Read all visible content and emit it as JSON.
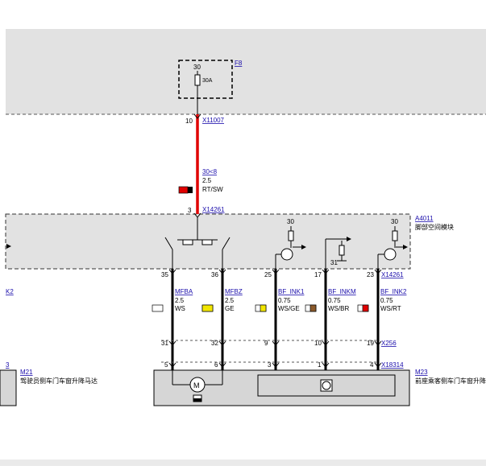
{
  "fuse": {
    "pin_top": "30",
    "rating": "30A",
    "ref": "F8"
  },
  "wire_top": {
    "pin": "10",
    "connector": "X11007",
    "circuit": "30<8",
    "gauge": "2.5",
    "color": "RT/SW"
  },
  "module": {
    "pin_in": "3",
    "connector_in": "X14261",
    "ref": "A4011",
    "name": "脚部空间模块",
    "left_ref": "K2",
    "ground_label": "31",
    "supply_labels": [
      "30",
      "30"
    ]
  },
  "wires": [
    {
      "pin_top": "35",
      "signal": "MFBA",
      "gauge": "2.5",
      "color": "WS",
      "swatch": "#ffffff",
      "pin_mid": "31",
      "pin_bot": "5"
    },
    {
      "pin_top": "36",
      "signal": "MFBZ",
      "gauge": "2.5",
      "color": "GE",
      "swatch": "#f2e600",
      "pin_mid": "32",
      "pin_bot": "6"
    },
    {
      "pin_top": "25",
      "signal": "BF_INK1",
      "gauge": "0.75",
      "color": "WS/GE",
      "swatch": "#f2e600",
      "pin_mid": "9",
      "pin_bot": "3"
    },
    {
      "pin_top": "17",
      "signal": "BF_INKM",
      "gauge": "0.75",
      "color": "WS/BR",
      "swatch": "#8b5a2b",
      "pin_mid": "10",
      "pin_bot": "1"
    },
    {
      "pin_top": "23",
      "signal": "BF_INK2",
      "gauge": "0.75",
      "color": "WS/RT",
      "swatch": "#e00000",
      "pin_mid": "19",
      "pin_bot": "4"
    }
  ],
  "connectors": {
    "top_right": "X14261",
    "mid": "X256",
    "bottom": "X18314"
  },
  "motor_left": {
    "pin": "3",
    "ref": "M21",
    "name": "驾驶员侧车门车窗升降马达"
  },
  "motor_right": {
    "ref": "M23",
    "name": "前座乘客侧车门车窗升降"
  },
  "colors": {
    "wire_red": "#e00000",
    "panel_gray": "#e2e2e2",
    "motor_gray": "#d6d6d6"
  }
}
